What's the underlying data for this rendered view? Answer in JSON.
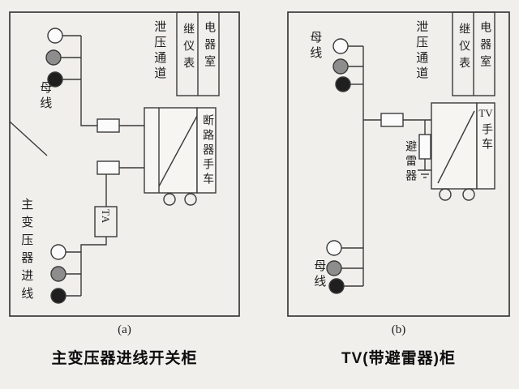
{
  "colors": {
    "background": "#f1efec",
    "line": "#3a3a3a",
    "phase_light": "#fbfbfb",
    "phase_mid": "#8d8d8d",
    "phase_dark": "#1f1f1f"
  },
  "cabinet_a": {
    "caption": "(a)",
    "title": "主变压器进线开关柜",
    "labels": {
      "busbar": "母线",
      "pressure_relief": "泄压通道",
      "relay_column": "继仪表",
      "instrument_column": "电器室",
      "breaker_truck": "断路器手车",
      "current_transformer": "TA",
      "incoming_line": "主变压器进线"
    }
  },
  "cabinet_b": {
    "caption": "(b)",
    "title": "TV(带避雷器)柜",
    "labels": {
      "busbar_top": "母线",
      "busbar_bottom": "母线",
      "pressure_relief": "泄压通道",
      "relay_column": "继仪表",
      "instrument_column": "电器室",
      "arrester": "避雷器",
      "tv": "TV",
      "truck": "手车"
    }
  }
}
